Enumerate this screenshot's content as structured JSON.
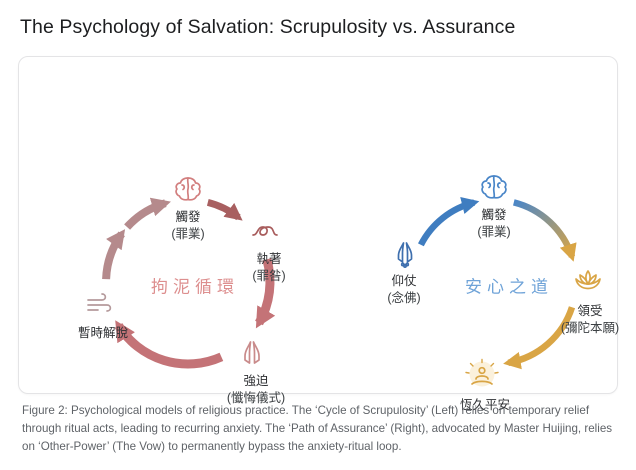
{
  "title": "The Psychology of Salvation: Scrupulosity vs. Assurance",
  "left_diagram": {
    "center_label": "拘泥循環",
    "nodes": [
      {
        "label": "觸發",
        "sub": "(罪業)",
        "icon": "brain-icon"
      },
      {
        "label": "執著",
        "sub": "(罪咎)",
        "icon": "knot-icon"
      },
      {
        "label": "強迫",
        "sub": "(懺悔儀式)",
        "icon": "praying-hands-icon"
      },
      {
        "label": "暫時解脫",
        "sub": "",
        "icon": "wind-icon"
      }
    ]
  },
  "right_diagram": {
    "center_label": "安心之道",
    "nodes": [
      {
        "label": "觸發",
        "sub": "(罪業)",
        "icon": "brain-icon"
      },
      {
        "label": "領受",
        "sub": "(彌陀本願)",
        "icon": "lotus-icon"
      },
      {
        "label": "恆久平安",
        "sub": "",
        "icon": "meditating-person-icon"
      },
      {
        "label": "仰仗",
        "sub": "(念佛)",
        "icon": "prayer-beads-icon"
      }
    ]
  },
  "colors": {
    "left_arrow_rose": "#c47377",
    "left_arrow_dark": "#a85f60",
    "left_arrow_mauve": "#b58a8c",
    "left_accent": "#dd8f8f",
    "right_blue": "#3f7dc0",
    "right_gold": "#d9a545",
    "right_accent": "#6fa3d8"
  },
  "caption": "Figure 2: Psychological models of religious practice. The ‘Cycle of Scrupulosity’ (Left) relies on temporary relief through ritual acts, leading to recurring anxiety. The ‘Path of Assurance’ (Right), advocated by Master Huijing, relies on ‘Other-Power’ (The Vow) to permanently bypass the anxiety-ritual loop."
}
